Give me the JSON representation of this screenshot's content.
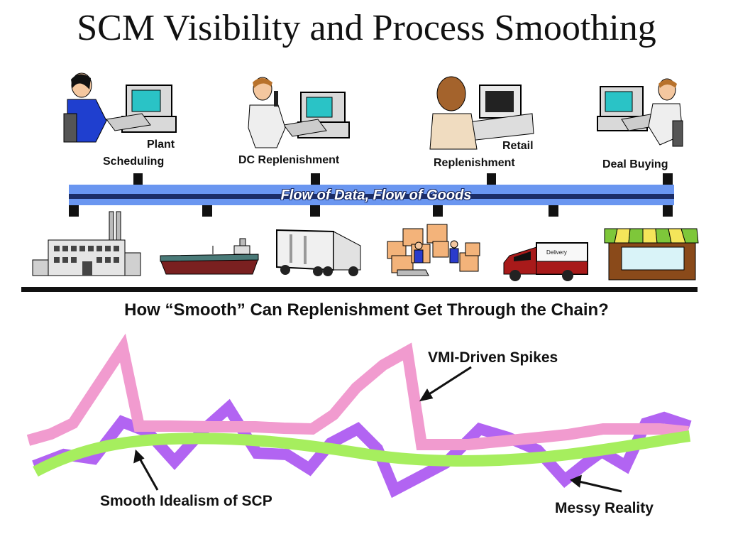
{
  "title": "SCM Visibility and Process Smoothing",
  "roles": {
    "plant_line1": "Plant",
    "plant_line2": "Scheduling",
    "dc": "DC Replenishment",
    "retail_line1": "Retail",
    "retail_line2": "Replenishment",
    "deal": "Deal Buying"
  },
  "flow_label": "Flow of Data, Flow of Goods",
  "truck_text": "Delivery",
  "question": "How “Smooth” Can Replenishment Get Through the Chain?",
  "annotations": {
    "vmi": "VMI-Driven Spikes",
    "scp": "Smooth Idealism of SCP",
    "messy": "Messy Reality"
  },
  "colors": {
    "pink": "#f19bcf",
    "purple": "#b264f2",
    "green": "#a6ee5e",
    "bar_light": "#6a96f0",
    "bar_dark": "#1c2d66"
  }
}
